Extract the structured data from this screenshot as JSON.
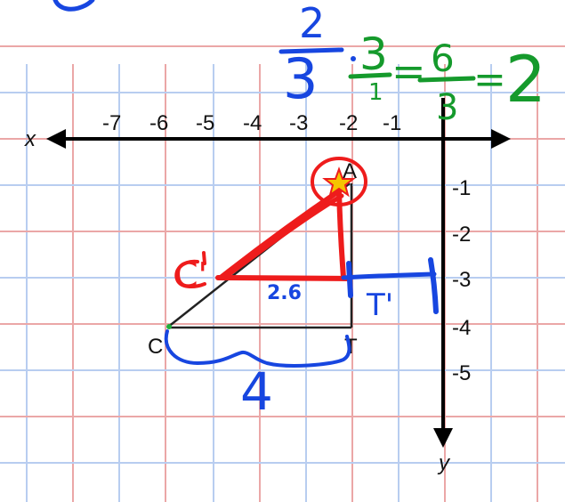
{
  "diagram": {
    "x_axis_label": "x",
    "y_axis_label": "y",
    "x_tick_labels": [
      "-7",
      "-6",
      "-5",
      "-4",
      "-3",
      "-2",
      "-1"
    ],
    "y_tick_labels": [
      "-1",
      "-2",
      "-3",
      "-4",
      "-5"
    ],
    "points": {
      "A": "A",
      "C": "C",
      "T": "T"
    },
    "colors": {
      "grid_blue": "#b8cdf0",
      "grid_red": "#eba7a7",
      "axis": "#000000",
      "pen_red": "#ee1c1c",
      "pen_blue": "#1746e0",
      "pen_green": "#159a2c",
      "star": "#f5c400"
    }
  },
  "annotations": {
    "green_frac_num": "3",
    "green_frac_den": "1",
    "green_frac2_num": "6",
    "green_frac2_den": "3",
    "green_equals": "=",
    "green_result": "2",
    "blue_frac_num": "2",
    "blue_frac_den": "3",
    "red_label": "C'",
    "blue_label_length": "2.6",
    "blue_label_tprime": "T'",
    "blue_label_four": "4"
  }
}
